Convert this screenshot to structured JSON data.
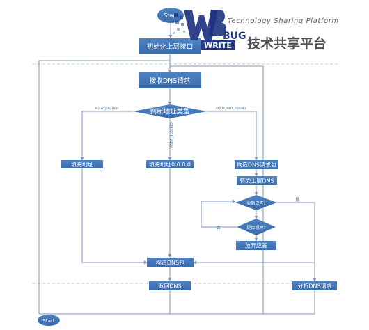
{
  "nodes": {
    "start_top": "Start",
    "init_interface": "初始化上层接口",
    "receive_dns": "接收DNS请求",
    "judge_address": "判断地址类型",
    "fill_address": "填充地址",
    "fill_zero_address": "填充地址0.0.0.0",
    "build_dns_request": "构造DNS请求包",
    "forward_upper_dns": "转交上层DNS",
    "received_reply": "收到应答?",
    "timed_out": "是否超时?",
    "give_up_reply": "放弃应答",
    "build_dns_packet": "构造DNS包",
    "return_dns": "返回DNS",
    "analyze_dns_request": "分析DNS请求",
    "start_bottom": "Start"
  },
  "edge_labels": {
    "addr_cached": "ADDR_CACHED",
    "addr_blocked": "ADDR_BLOCKED",
    "addr_not_found": "ADDR_NOT_FOUND",
    "reply_yes": "是",
    "timeout_no": "否"
  },
  "watermark": {
    "tagline": "Technology Sharing Platform",
    "cn_name": "技术共享平台",
    "logo_bug": "BUG",
    "logo_write": "WRITE"
  },
  "colors": {
    "box_fill": "#3f73b4",
    "box_text": "#ffffff",
    "line": "#7f95bd",
    "edge_label": "#3a5f93",
    "logo_blue": "#243a85"
  }
}
